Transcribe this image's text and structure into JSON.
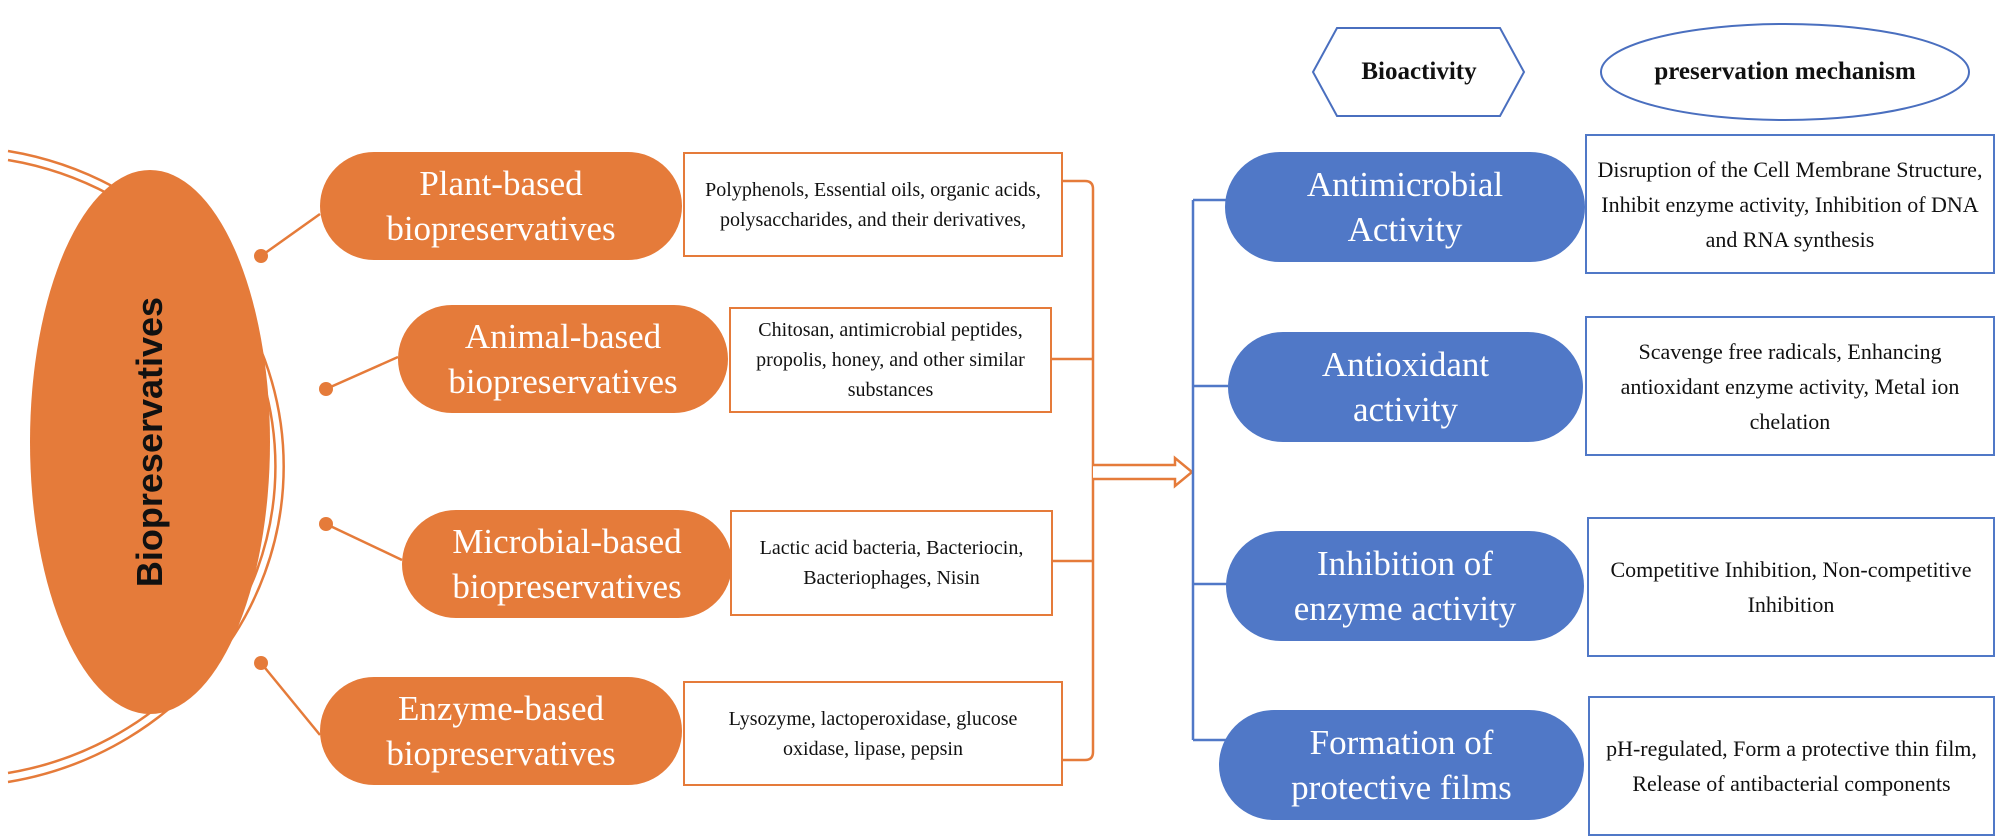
{
  "center": {
    "title": "Biopreservatives"
  },
  "headers": {
    "bioactivity": "Bioactivity",
    "mechanism": "preservation mechanism"
  },
  "sources": [
    {
      "name": "Plant-based\nbiopreservatives",
      "examples": "Polyphenols, Essential oils, organic acids, polysaccharides, and their derivatives,"
    },
    {
      "name": "Animal-based\nbiopreservatives",
      "examples": "Chitosan, antimicrobial peptides, propolis, honey, and other similar substances"
    },
    {
      "name": "Microbial-based\nbiopreservatives",
      "examples": "Lactic acid bacteria, Bacteriocin, Bacteriophages, Nisin"
    },
    {
      "name": "Enzyme-based\nbiopreservatives",
      "examples": "Lysozyme, lactoperoxidase, glucose oxidase, lipase, pepsin"
    }
  ],
  "activities": [
    {
      "name": "Antimicrobial\nActivity",
      "mechanism": "Disruption of the Cell Membrane Structure, Inhibit enzyme activity, Inhibition of DNA and RNA synthesis"
    },
    {
      "name": "Antioxidant\nactivity",
      "mechanism": "Scavenge free radicals, Enhancing antioxidant enzyme activity, Metal ion chelation"
    },
    {
      "name": "Inhibition of\nenzyme activity",
      "mechanism": "Competitive Inhibition, Non-competitive Inhibition"
    },
    {
      "name": "Formation of\nprotective films",
      "mechanism": "pH-regulated, Form a protective thin film, Release of antibacterial components"
    }
  ],
  "colors": {
    "orange": "#e57b3a",
    "blue": "#5078c7",
    "text": "#111111"
  }
}
